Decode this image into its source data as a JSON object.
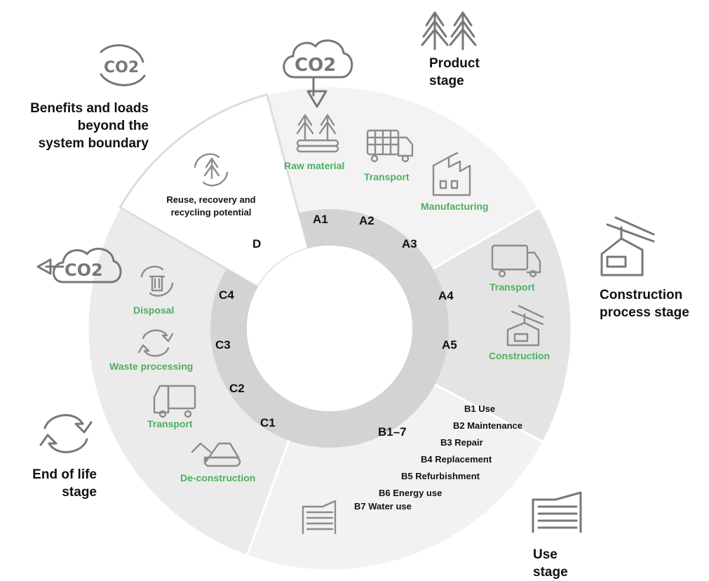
{
  "stages": {
    "product": {
      "line1": "Product",
      "line2": "stage"
    },
    "construction": {
      "line1": "Construction",
      "line2": "process stage"
    },
    "use": {
      "line1": "Use",
      "line2": "stage"
    },
    "end_of_life": {
      "line1": "End of life",
      "line2": "stage"
    },
    "beyond": {
      "line1": "Benefits and loads",
      "line2": "beyond the",
      "line3": "system boundary"
    }
  },
  "reuse": {
    "line1": "Reuse, recovery and",
    "line2": "recycling potential"
  },
  "modules": {
    "A1": "A1",
    "A2": "A2",
    "A3": "A3",
    "A4": "A4",
    "A5": "A5",
    "B": "B1–7",
    "C1": "C1",
    "C2": "C2",
    "C3": "C3",
    "C4": "C4",
    "D": "D"
  },
  "activities": {
    "raw_material": "Raw material",
    "transport_a2": "Transport",
    "manufacturing": "Manufacturing",
    "transport_a4": "Transport",
    "construction": "Construction",
    "disposal": "Disposal",
    "waste_processing": "Waste processing",
    "transport_c2": "Transport",
    "de_construction": "De-construction"
  },
  "use_modules": [
    "B1 Use",
    "B2 Maintenance",
    "B3 Repair",
    "B4 Replacement",
    "B5 Refurbishment",
    "B6 Energy use",
    "B7 Water use"
  ],
  "co2": {
    "top": "CO2",
    "left": "CO2",
    "beyond": "CO2"
  },
  "colors": {
    "green_label": "#4caf60",
    "product_seg": "#f3f3f3",
    "construction_seg": "#e4e4e4",
    "use_seg": "#f2f2f2",
    "eol_seg": "#ebebeb",
    "inner_ring": "#d3d3d3",
    "icon": "#8c8c8c"
  }
}
